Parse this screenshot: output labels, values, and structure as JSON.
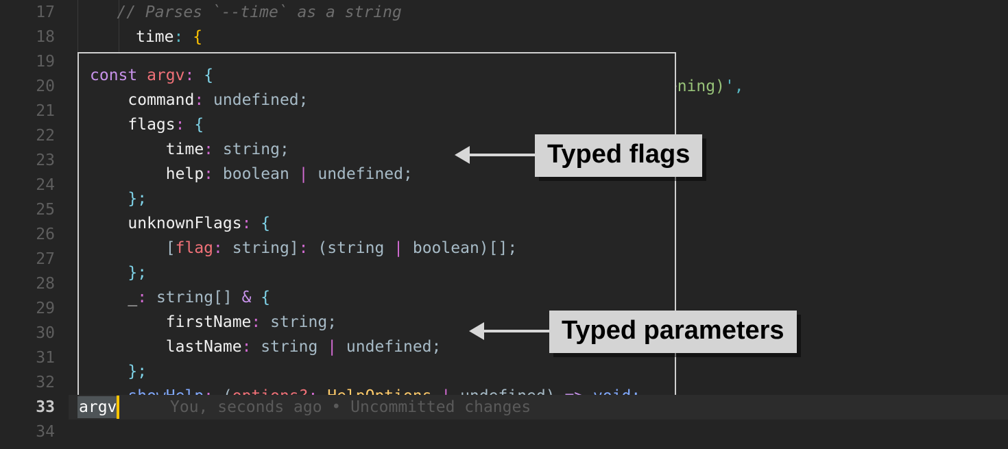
{
  "editor": {
    "theme_background": "#242424",
    "popup_background": "#252525",
    "popup_border_color": "#d0d0d0",
    "accent_caret_color": "#ffc402",
    "selection_color": "#4e5457"
  },
  "gutter": {
    "line_numbers": [
      "17",
      "18",
      "19",
      "20",
      "21",
      "22",
      "23",
      "24",
      "25",
      "26",
      "27",
      "28",
      "29",
      "30",
      "31",
      "32",
      "33",
      "34"
    ],
    "active_line": "33"
  },
  "background_code": {
    "lines": [
      {
        "line": "17",
        "tokens": [
          {
            "text": "    ",
            "cls": "t-plain"
          },
          {
            "text": "// Parses `--time` as a string",
            "cls": "t-comment"
          }
        ]
      },
      {
        "line": "18",
        "tokens": [
          {
            "text": "      ",
            "cls": "t-plain"
          },
          {
            "text": "time",
            "cls": "t-prop"
          },
          {
            "text": ":",
            "cls": "t-punc"
          },
          {
            "text": " ",
            "cls": "t-plain"
          },
          {
            "text": "{",
            "cls": "t-brace"
          }
        ]
      },
      {
        "line": "20",
        "tokens": [
          {
            "text": "vening)",
            "cls": "t-string"
          },
          {
            "text": "'",
            "cls": "t-quote"
          },
          {
            "text": ",",
            "cls": "t-punc"
          }
        ]
      }
    ]
  },
  "hover_popup": {
    "lines": [
      {
        "tokens": [
          {
            "text": "const ",
            "cls": "t-kw"
          },
          {
            "text": "argv",
            "cls": "t-var"
          },
          {
            "text": ": ",
            "cls": "t-colon"
          },
          {
            "text": "{",
            "cls": "t-type"
          }
        ]
      },
      {
        "tokens": [
          {
            "text": "    ",
            "cls": "t-plain"
          },
          {
            "text": "command",
            "cls": "t-prop"
          },
          {
            "text": ": ",
            "cls": "t-colon"
          },
          {
            "text": "undefined;",
            "cls": "t-dim"
          }
        ]
      },
      {
        "tokens": [
          {
            "text": "    ",
            "cls": "t-plain"
          },
          {
            "text": "flags",
            "cls": "t-prop"
          },
          {
            "text": ": ",
            "cls": "t-colon"
          },
          {
            "text": "{",
            "cls": "t-type"
          }
        ]
      },
      {
        "tokens": [
          {
            "text": "        ",
            "cls": "t-plain"
          },
          {
            "text": "time",
            "cls": "t-prop"
          },
          {
            "text": ": ",
            "cls": "t-colon"
          },
          {
            "text": "string;",
            "cls": "t-dim"
          }
        ]
      },
      {
        "tokens": [
          {
            "text": "        ",
            "cls": "t-plain"
          },
          {
            "text": "help",
            "cls": "t-prop"
          },
          {
            "text": ": ",
            "cls": "t-colon"
          },
          {
            "text": "boolean ",
            "cls": "t-dim"
          },
          {
            "text": "|",
            "cls": "t-colon"
          },
          {
            "text": " undefined;",
            "cls": "t-dim"
          }
        ]
      },
      {
        "tokens": [
          {
            "text": "    ",
            "cls": "t-plain"
          },
          {
            "text": "};",
            "cls": "t-type"
          }
        ]
      },
      {
        "tokens": [
          {
            "text": "    ",
            "cls": "t-plain"
          },
          {
            "text": "unknownFlags",
            "cls": "t-prop"
          },
          {
            "text": ": ",
            "cls": "t-colon"
          },
          {
            "text": "{",
            "cls": "t-type"
          }
        ]
      },
      {
        "tokens": [
          {
            "text": "        ",
            "cls": "t-plain"
          },
          {
            "text": "[",
            "cls": "t-dim"
          },
          {
            "text": "flag",
            "cls": "t-var"
          },
          {
            "text": ": ",
            "cls": "t-colon"
          },
          {
            "text": "string]",
            "cls": "t-dim"
          },
          {
            "text": ": ",
            "cls": "t-colon"
          },
          {
            "text": "(string ",
            "cls": "t-dim"
          },
          {
            "text": "|",
            "cls": "t-colon"
          },
          {
            "text": " boolean)[];",
            "cls": "t-dim"
          }
        ]
      },
      {
        "tokens": [
          {
            "text": "    ",
            "cls": "t-plain"
          },
          {
            "text": "};",
            "cls": "t-type"
          }
        ]
      },
      {
        "tokens": [
          {
            "text": "    ",
            "cls": "t-plain"
          },
          {
            "text": "_",
            "cls": "t-prop"
          },
          {
            "text": ": ",
            "cls": "t-colon"
          },
          {
            "text": "string[] ",
            "cls": "t-dim"
          },
          {
            "text": "&",
            "cls": "t-op"
          },
          {
            "text": " ",
            "cls": "t-plain"
          },
          {
            "text": "{",
            "cls": "t-type"
          }
        ]
      },
      {
        "tokens": [
          {
            "text": "        ",
            "cls": "t-plain"
          },
          {
            "text": "firstName",
            "cls": "t-prop"
          },
          {
            "text": ": ",
            "cls": "t-colon"
          },
          {
            "text": "string;",
            "cls": "t-dim"
          }
        ]
      },
      {
        "tokens": [
          {
            "text": "        ",
            "cls": "t-plain"
          },
          {
            "text": "lastName",
            "cls": "t-prop"
          },
          {
            "text": ": ",
            "cls": "t-colon"
          },
          {
            "text": "string ",
            "cls": "t-dim"
          },
          {
            "text": "|",
            "cls": "t-colon"
          },
          {
            "text": " undefined;",
            "cls": "t-dim"
          }
        ]
      },
      {
        "tokens": [
          {
            "text": "    ",
            "cls": "t-plain"
          },
          {
            "text": "};",
            "cls": "t-type"
          }
        ]
      },
      {
        "tokens": [
          {
            "text": "    ",
            "cls": "t-plain"
          },
          {
            "text": "showHelp",
            "cls": "t-fn"
          },
          {
            "text": ": ",
            "cls": "t-colon"
          },
          {
            "text": "(",
            "cls": "t-dim"
          },
          {
            "text": "options?",
            "cls": "t-var"
          },
          {
            "text": ": ",
            "cls": "t-colon"
          },
          {
            "text": "HelpOptions",
            "cls": "t-class"
          },
          {
            "text": " ",
            "cls": "t-plain"
          },
          {
            "text": "|",
            "cls": "t-colon"
          },
          {
            "text": " undefined)",
            "cls": "t-dim"
          },
          {
            "text": " => ",
            "cls": "t-op"
          },
          {
            "text": "void;",
            "cls": "t-fn"
          }
        ]
      }
    ]
  },
  "annotations": [
    {
      "id": "typed-flags",
      "label": "Typed flags"
    },
    {
      "id": "typed-parameters",
      "label": "Typed parameters"
    }
  ],
  "status_line": {
    "selected_token": "argv",
    "blame_text": "You, seconds ago • Uncommitted changes"
  }
}
